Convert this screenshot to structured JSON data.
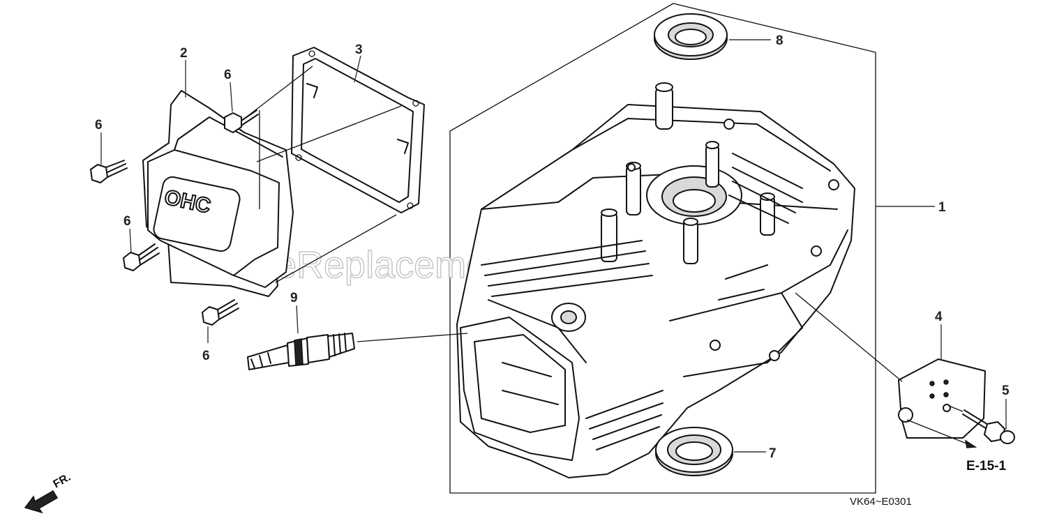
{
  "diagram": {
    "drawing_code": "VK64~E0301",
    "reference": "E-15-1",
    "watermark": "eReplacementParts.com",
    "front_label": "FR.",
    "cover_marking": "OHC",
    "callouts": [
      {
        "id": "c1",
        "label": "1"
      },
      {
        "id": "c2",
        "label": "2"
      },
      {
        "id": "c3",
        "label": "3"
      },
      {
        "id": "c4",
        "label": "4"
      },
      {
        "id": "c5",
        "label": "5"
      },
      {
        "id": "c6a",
        "label": "6"
      },
      {
        "id": "c6b",
        "label": "6"
      },
      {
        "id": "c6c",
        "label": "6"
      },
      {
        "id": "c6d",
        "label": "6"
      },
      {
        "id": "c7",
        "label": "7"
      },
      {
        "id": "c8",
        "label": "8"
      },
      {
        "id": "c9",
        "label": "9"
      }
    ]
  }
}
